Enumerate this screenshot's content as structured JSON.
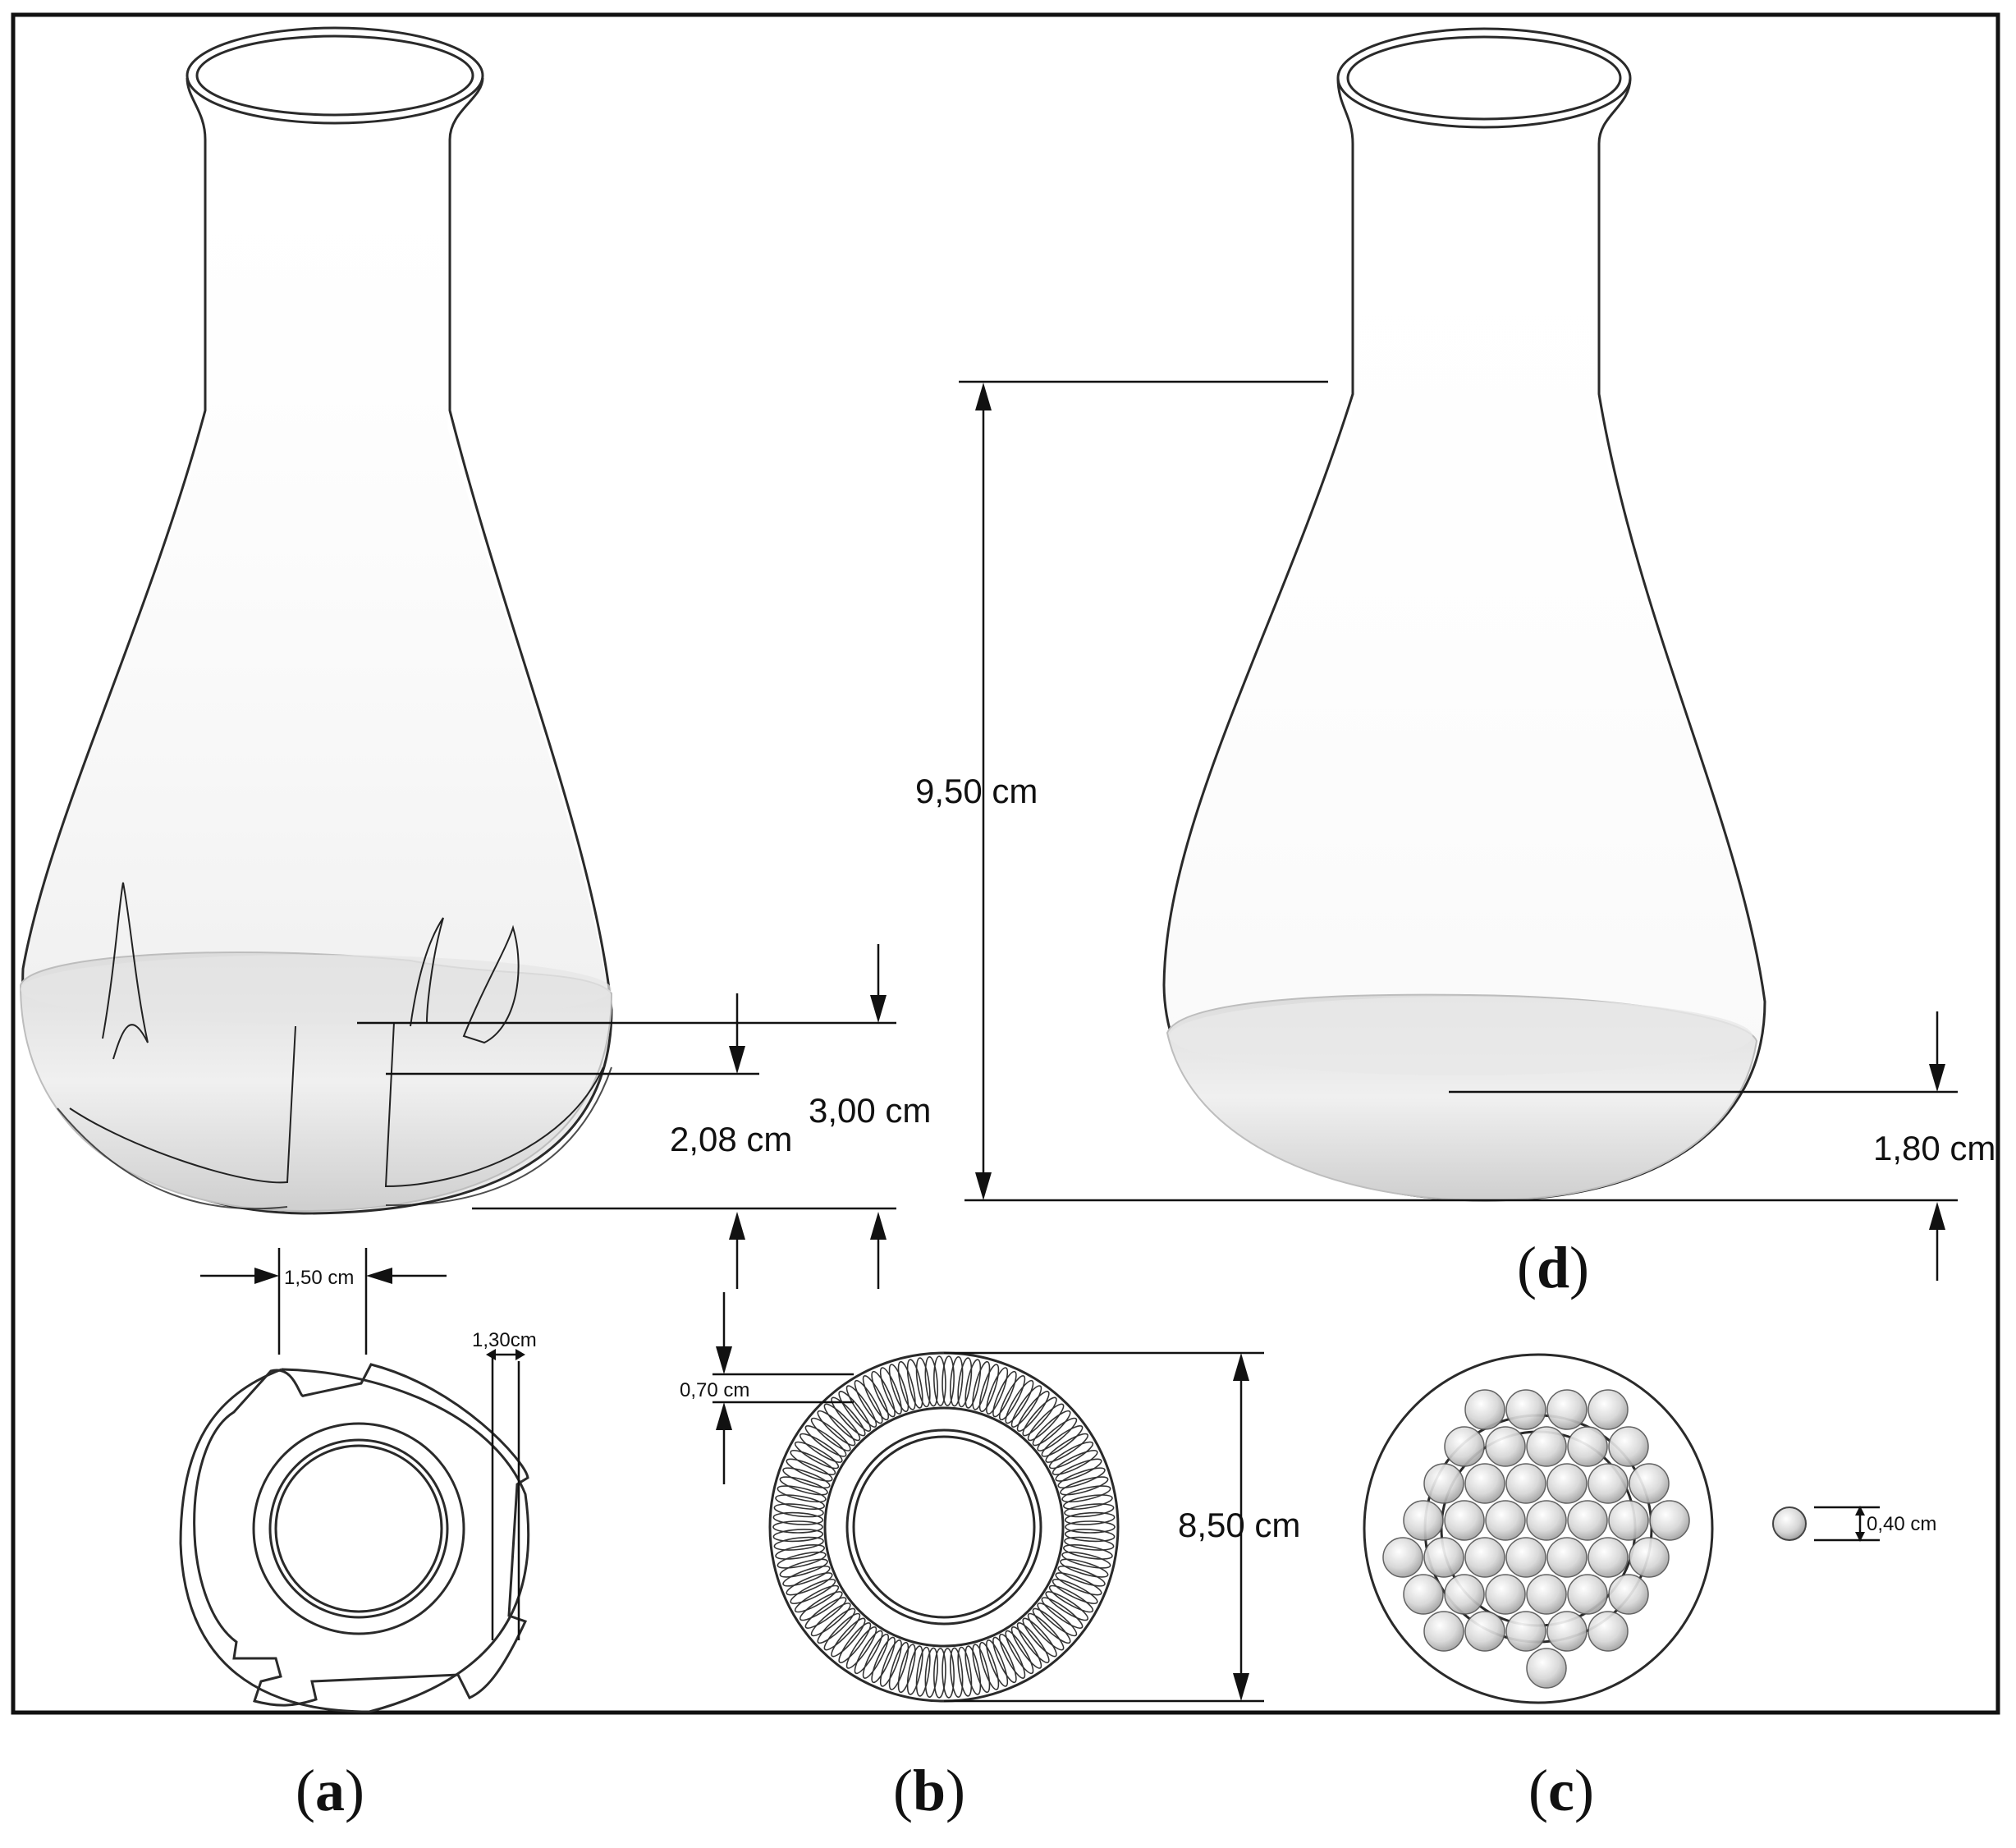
{
  "figure": {
    "panel_labels": {
      "a": {
        "open": "(",
        "letter": "a",
        "close": ")"
      },
      "b": {
        "open": "(",
        "letter": "b",
        "close": ")"
      },
      "c": {
        "open": "(",
        "letter": "c",
        "close": ")"
      },
      "d": {
        "open": "(",
        "letter": "d",
        "close": ")"
      }
    },
    "dimensions": {
      "flask_left_baffle_height": "2,08 cm",
      "flask_left_liquid_height": "3,00 cm",
      "flask_right_height": "9,50 cm",
      "flask_right_liquid_height": "1,80 cm",
      "baffle_width": "1,50 cm",
      "baffle_depth": "1,30cm",
      "spring_ring_width": "0,70 cm",
      "flask_diameter": "8,50 cm",
      "bead_diameter": "0,40 cm"
    },
    "colors": {
      "frame": "#111111",
      "liquid_light": "#f2f2f2",
      "liquid_dark": "#cfcfcf",
      "bead_fill": "#d6d6d6"
    }
  }
}
